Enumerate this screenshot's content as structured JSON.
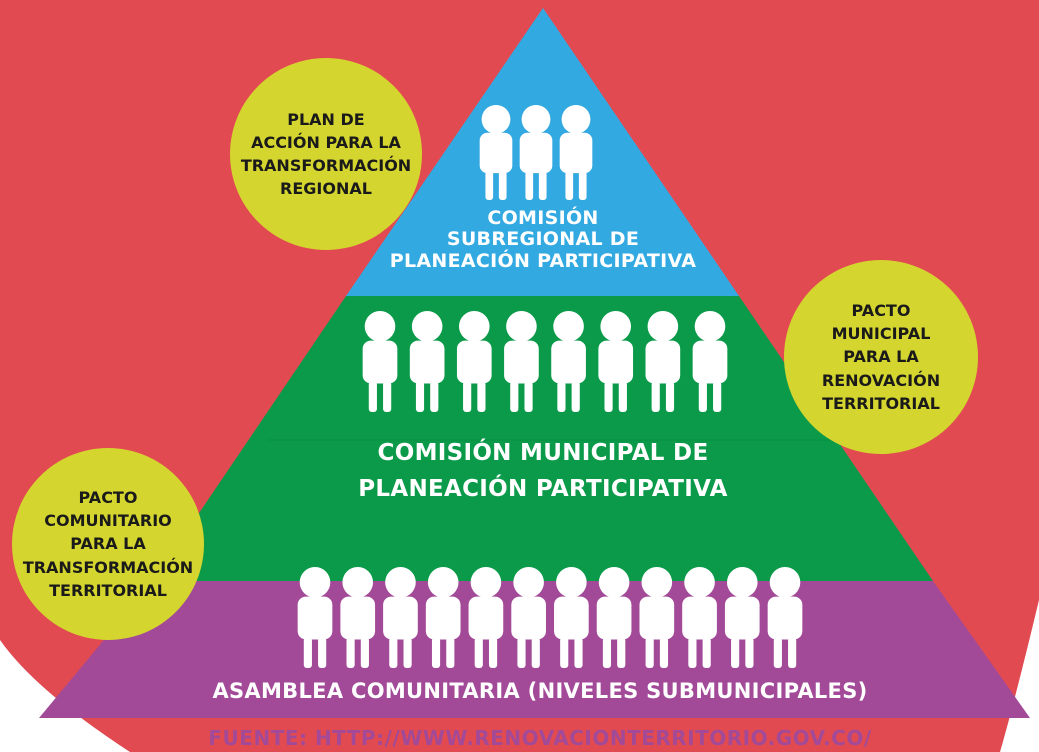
{
  "colors": {
    "background": "#e24a52",
    "tier_top": "#33a9e2",
    "tier_middle": "#0a9a49",
    "tier_bottom": "#a24a98",
    "circle": "#d4d52e",
    "source_text": "#a24a98"
  },
  "tiers": {
    "top": {
      "label_lines": [
        "COMISIÓN",
        "SUBREGIONAL DE",
        "PLANEACIÓN PARTICIPATIVA"
      ],
      "figure_count": 3
    },
    "middle": {
      "label_lines": [
        "COMISIÓN MUNICIPAL DE",
        "PLANEACIÓN PARTICIPATIVA"
      ],
      "figure_count": 8
    },
    "bottom": {
      "label_lines": [
        "ASAMBLEA COMUNITARIA (NIVELES SUBMUNICIPALES)"
      ],
      "figure_count": 12
    }
  },
  "circles": {
    "top_left": {
      "text": "PLAN DE\nACCIÓN PARA LA\nTRANSFORMACIÓN\nREGIONAL"
    },
    "right": {
      "text": "PACTO\nMUNICIPAL\nPARA LA\nRENOVACIÓN\nTERRITORIAL"
    },
    "bottom_left": {
      "text": "PACTO\nCOMUNITARIO\nPARA LA\nTRANSFORMACIÓN\nTERRITORIAL"
    }
  },
  "source": "FUENTE: HTTP://WWW.RENOVACIONTERRITORIO.GOV.CO/"
}
